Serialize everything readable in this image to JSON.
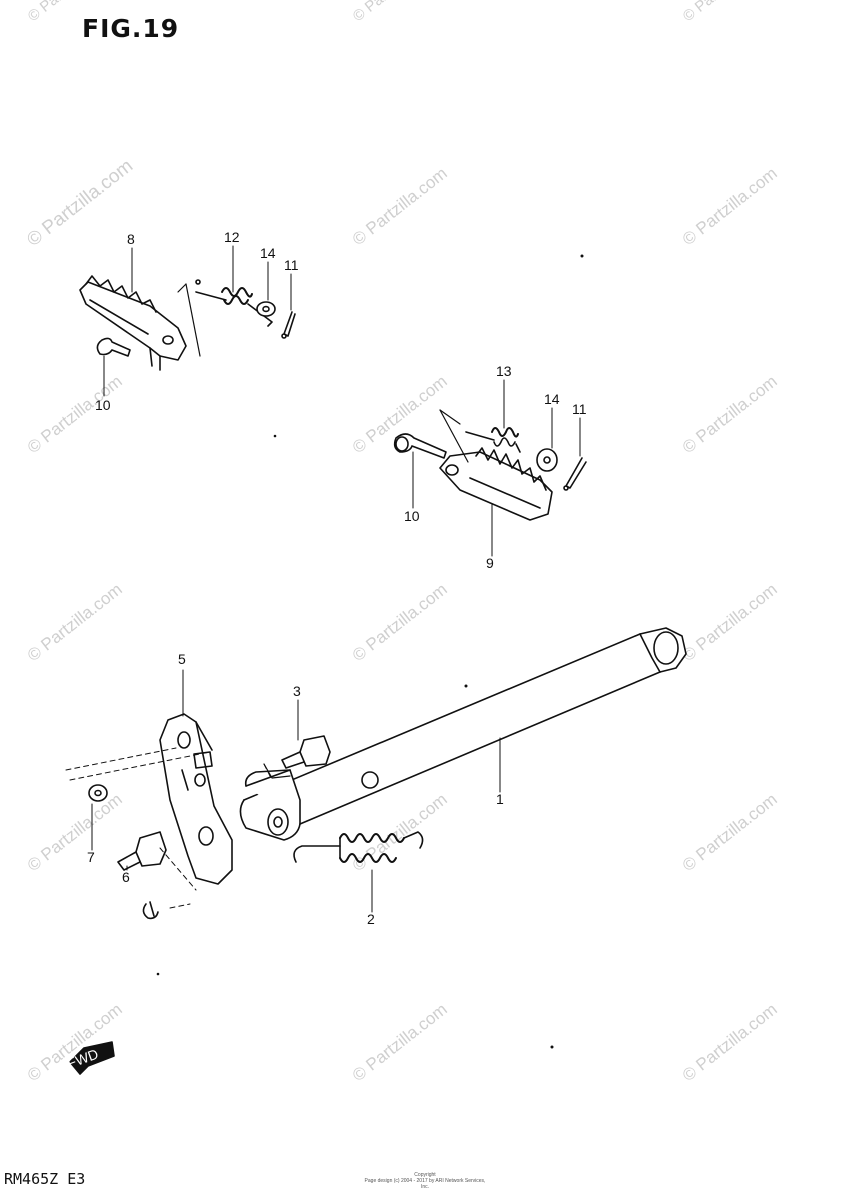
{
  "figure": {
    "title": "FIG.19"
  },
  "footer": {
    "model_code": "RM465Z E3",
    "copyright_line1": "Copyright",
    "copyright_line2": "Page design (c) 2004 - 2017 by ARI Network Services, Inc."
  },
  "watermark": {
    "text": "© Partzilla.com"
  },
  "fwd_arrow": {
    "label": "FWD"
  },
  "callouts": {
    "c1": "1",
    "c2": "2",
    "c3": "3",
    "c5": "5",
    "c6": "6",
    "c7": "7",
    "c8": "8",
    "c9": "9",
    "c10a": "10",
    "c10b": "10",
    "c11a": "11",
    "c11b": "11",
    "c12": "12",
    "c13": "13",
    "c14a": "14",
    "c14b": "14"
  }
}
